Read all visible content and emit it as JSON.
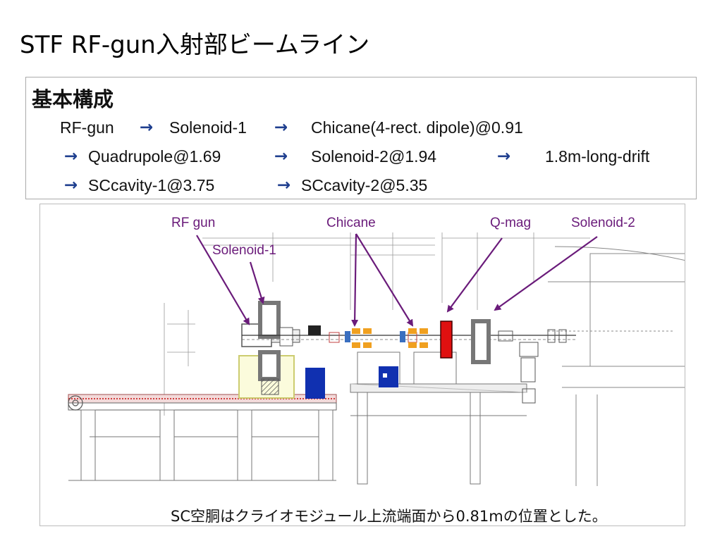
{
  "slide": {
    "title": "STF RF-gun入射部ビームライン"
  },
  "config": {
    "heading": "基本構成",
    "arrow_symbol": "→",
    "line1": [
      "RF-gun",
      "Solenoid-1",
      "Chicane(4-rect. dipole)@0.91"
    ],
    "line2": [
      "Quadrupole@1.69",
      "Solenoid-2@1.94",
      "1.8m-long-drift"
    ],
    "line3": [
      "SCcavity-1@3.75",
      "SCcavity-2@5.35"
    ]
  },
  "drawing": {
    "callouts": {
      "rf_gun": "RF gun",
      "solenoid1": "Solenoid-1",
      "chicane": "Chicane",
      "qmag": "Q-mag",
      "solenoid2": "Solenoid-2"
    },
    "note": "SC空胴はクライオモジュール上流端面から0.81mの位置とした。",
    "colors": {
      "callout": "#6a1b7a",
      "chicane_magnet": "#f0a020",
      "qmag": "#e01010",
      "vacuum_pump": "#1030b0",
      "solenoid": "#808080",
      "stand": "#e8e8a0",
      "rail": "#d04040"
    }
  }
}
